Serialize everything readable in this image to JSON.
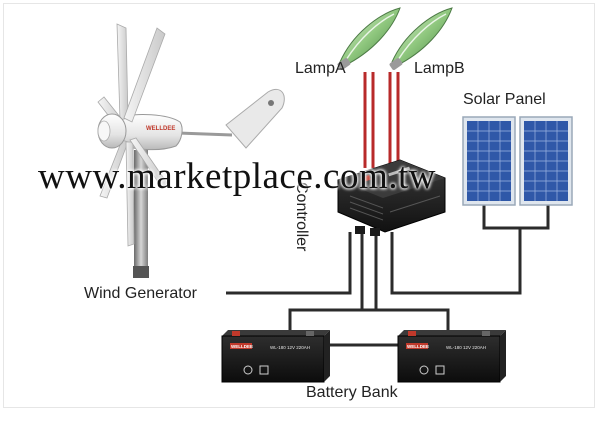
{
  "labels": {
    "lamp_a": "LampA",
    "lamp_b": "LampB",
    "solar_panel": "Solar Panel",
    "controller": "Controller",
    "wind_generator": "Wind Generator",
    "battery_bank": "Battery Bank"
  },
  "turbine_brand": "WELLDEE",
  "battery": {
    "brand": "WELLDEE",
    "model": "WL-180 12V 220AH"
  },
  "watermark": "www.marketplace.com.tw",
  "colors": {
    "wire": "#2b2b2b",
    "lamp_wire": "#b82a2a",
    "solar_cell": "#2f58a8",
    "battery_body": "#1b1b1b",
    "controller_body": "#1e1e1e",
    "brand_red": "#c0392b"
  }
}
